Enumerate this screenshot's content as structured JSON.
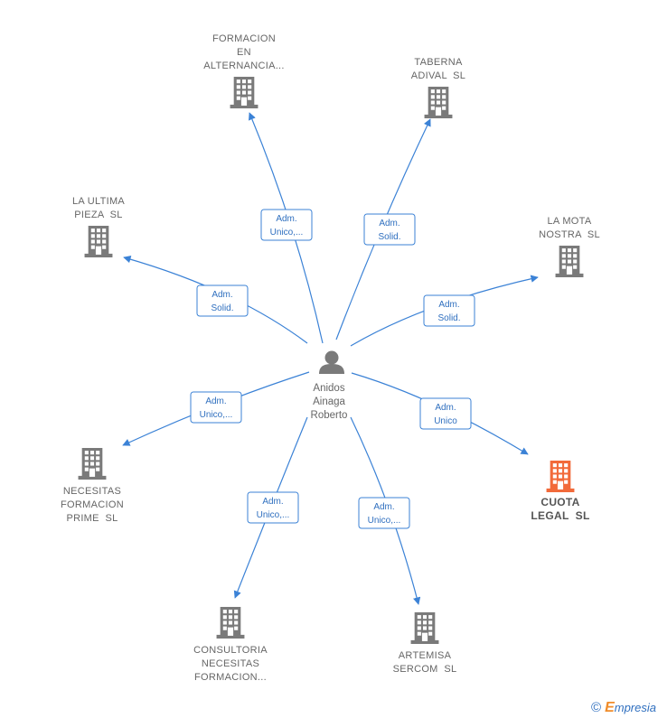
{
  "center": {
    "name_lines": [
      "Anidos",
      "Ainaga",
      "Roberto"
    ],
    "icon": "person-icon"
  },
  "companies": [
    {
      "id": "formacion-alternancia",
      "lines": [
        "FORMACION",
        "EN",
        "ALTERNANCIA..."
      ],
      "role": [
        "Adm.",
        "Unico,..."
      ],
      "highlight": false
    },
    {
      "id": "taberna-adival",
      "lines": [
        "TABERNA",
        "ADIVAL  SL"
      ],
      "role": [
        "Adm.",
        "Solid."
      ],
      "highlight": false
    },
    {
      "id": "la-ultima-pieza",
      "lines": [
        "LA ULTIMA",
        "PIEZA  SL"
      ],
      "role": [
        "Adm.",
        "Solid."
      ],
      "highlight": false
    },
    {
      "id": "la-mota-nostra",
      "lines": [
        "LA MOTA",
        "NOSTRA  SL"
      ],
      "role": [
        "Adm.",
        "Solid."
      ],
      "highlight": false
    },
    {
      "id": "necesitas-formacion-prime",
      "lines": [
        "NECESITAS",
        "FORMACION",
        "PRIME  SL"
      ],
      "role": [
        "Adm.",
        "Unico,..."
      ],
      "highlight": false
    },
    {
      "id": "cuota-legal",
      "lines": [
        "CUOTA",
        "LEGAL  SL"
      ],
      "role": [
        "Adm.",
        "Unico"
      ],
      "highlight": true
    },
    {
      "id": "consultoria-necesitas",
      "lines": [
        "CONSULTORIA",
        "NECESITAS",
        "FORMACION..."
      ],
      "role": [
        "Adm.",
        "Unico,..."
      ],
      "highlight": false
    },
    {
      "id": "artemisa-sercom",
      "lines": [
        "ARTEMISA",
        "SERCOM  SL"
      ],
      "role": [
        "Adm.",
        "Unico,..."
      ],
      "highlight": false
    }
  ],
  "colors": {
    "edge": "#3b82d6",
    "building": "#7a7a7a",
    "building_highlight": "#f26a3a"
  },
  "brand": {
    "copyright": "©",
    "e": "E",
    "rest": "mpresia"
  }
}
